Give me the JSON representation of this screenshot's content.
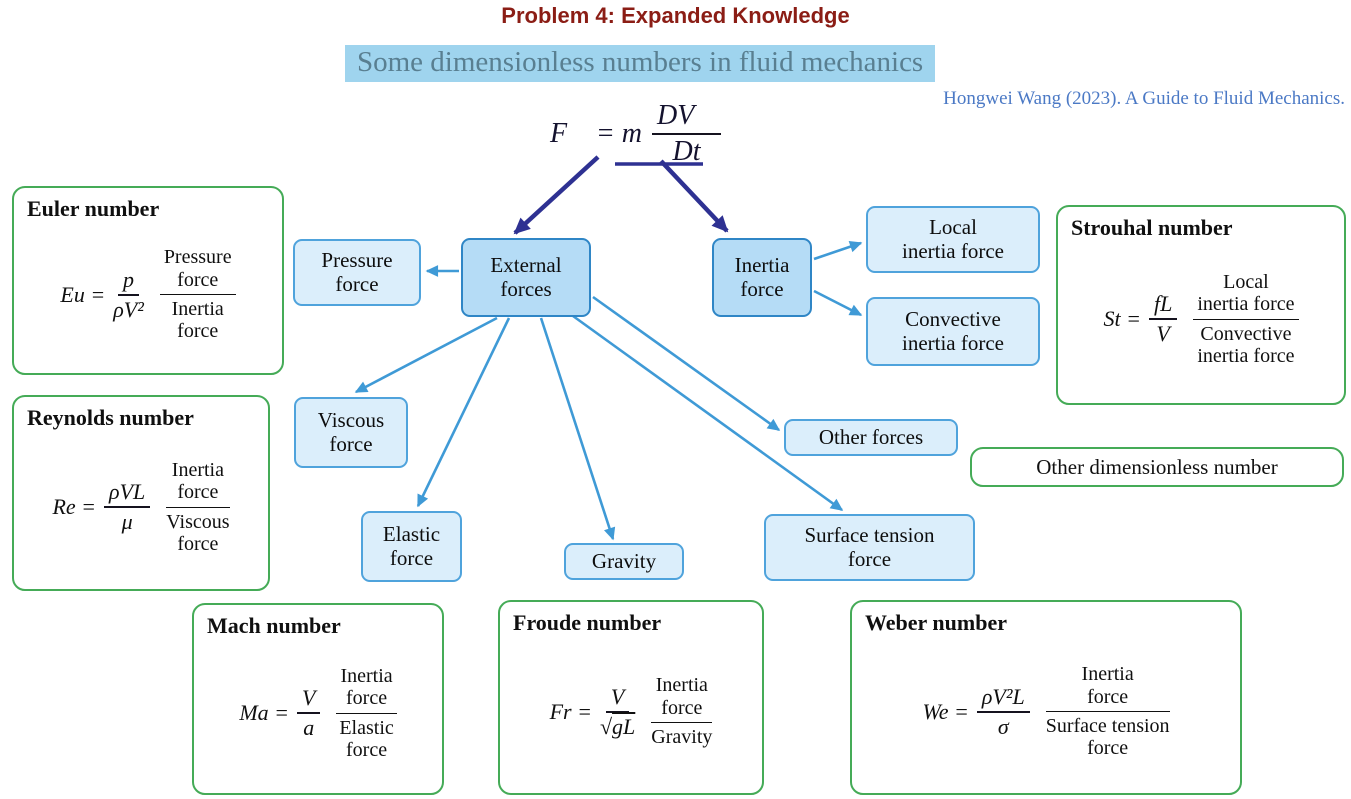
{
  "header": {
    "title": "Problem 4: Expanded Knowledge",
    "subtitle": "Some dimensionless numbers in fluid mechanics",
    "citation": "Hongwei Wang (2023). A Guide to Fluid Mechanics."
  },
  "main_formula": {
    "lhs": "F⃗ = m",
    "num": "DV⃗",
    "den": "Dt"
  },
  "forces": {
    "pressure": {
      "lines": [
        "Pressure",
        "force"
      ]
    },
    "external": {
      "lines": [
        "External",
        "forces"
      ]
    },
    "inertia": {
      "lines": [
        "Inertia",
        "force"
      ]
    },
    "local_inertia": {
      "lines": [
        "Local",
        "inertia force"
      ]
    },
    "convective_inertia": {
      "lines": [
        "Convective",
        "inertia force"
      ]
    },
    "viscous": {
      "lines": [
        "Viscous",
        "force"
      ]
    },
    "elastic": {
      "lines": [
        "Elastic",
        "force"
      ]
    },
    "gravity": {
      "lines": [
        "Gravity"
      ]
    },
    "surface_tension": {
      "lines": [
        "Surface tension",
        "force"
      ]
    },
    "other": {
      "lines": [
        "Other forces"
      ]
    }
  },
  "numbers": {
    "euler": {
      "title": "Euler number",
      "lhs": "Eu =",
      "num": "p",
      "den": "ρV²",
      "ratio_num_lines": [
        "Pressure",
        "force"
      ],
      "ratio_den_lines": [
        "Inertia",
        "force"
      ]
    },
    "reynolds": {
      "title": "Reynolds number",
      "lhs": "Re =",
      "num": "ρVL",
      "den": "μ",
      "ratio_num_lines": [
        "Inertia",
        "force"
      ],
      "ratio_den_lines": [
        "Viscous",
        "force"
      ]
    },
    "strouhal": {
      "title": "Strouhal number",
      "lhs": "St =",
      "num": "fL",
      "den": "V",
      "ratio_num_lines": [
        "Local",
        "inertia force"
      ],
      "ratio_den_lines": [
        "Convective",
        "inertia force"
      ]
    },
    "mach": {
      "title": "Mach number",
      "lhs": "Ma =",
      "num": "V",
      "den": "a",
      "ratio_num_lines": [
        "Inertia",
        "force"
      ],
      "ratio_den_lines": [
        "Elastic",
        "force"
      ]
    },
    "froude": {
      "title": "Froude number",
      "lhs": "Fr =",
      "num": "V",
      "sqrt": "√",
      "radicand": "gL",
      "ratio_num_lines": [
        "Inertia",
        "force"
      ],
      "ratio_den_lines": [
        "Gravity"
      ]
    },
    "weber": {
      "title": "Weber number",
      "lhs": "We =",
      "num": "ρV²L",
      "den": "σ",
      "ratio_num_lines": [
        "Inertia",
        "force"
      ],
      "ratio_den_lines": [
        "Surface tension",
        "force"
      ]
    }
  },
  "other_dimensionless": "Other dimensionless number",
  "colors": {
    "arrow_blue": "#3f9ad6",
    "arrow_navy": "#2e3192",
    "force_box_fill": "#dbeefb",
    "hub_box_fill": "#b5dcf6",
    "force_box_border": "#4fa3dc",
    "green_border": "#45ab57",
    "title_red": "#8b1d15",
    "subtitle_highlight": "#9fd4ee",
    "subtitle_text": "#597f91",
    "citation_blue": "#4b79c5"
  }
}
